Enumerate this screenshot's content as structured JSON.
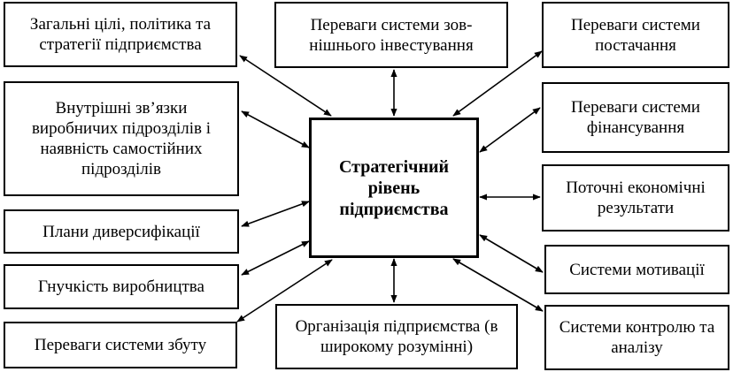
{
  "diagram": {
    "center": {
      "id": "center",
      "text": "Стратегічний рівень підприємства"
    },
    "nodes": [
      {
        "id": "goals",
        "text": "Загальні цілі, політика та стратегії підприємства"
      },
      {
        "id": "internal",
        "text": "Внутрішні зв’язки виробничих підрозділів і наявність самостійних підрозділів"
      },
      {
        "id": "diversification",
        "text": "Плани диверсифікації"
      },
      {
        "id": "flexibility",
        "text": "Гнучкість виробництва"
      },
      {
        "id": "sales",
        "text": "Переваги системи збуту"
      },
      {
        "id": "investment",
        "text": "Переваги системи зов-нішнього інвестування"
      },
      {
        "id": "organization",
        "text": "Організація підприємства (в широкому розумінні)"
      },
      {
        "id": "supply",
        "text": "Переваги системи постачання"
      },
      {
        "id": "finance",
        "text": "Переваги системи фінансування"
      },
      {
        "id": "results",
        "text": "Поточні економічні результати"
      },
      {
        "id": "motivation",
        "text": "Системи мотивації"
      },
      {
        "id": "control",
        "text": "Системи контролю та аналізу"
      }
    ],
    "edges": [
      {
        "from": "goals",
        "to": "center",
        "direction": "both"
      },
      {
        "from": "internal",
        "to": "center",
        "direction": "both"
      },
      {
        "from": "diversification",
        "to": "center",
        "direction": "both"
      },
      {
        "from": "flexibility",
        "to": "center",
        "direction": "both"
      },
      {
        "from": "sales",
        "to": "center",
        "direction": "both"
      },
      {
        "from": "investment",
        "to": "center",
        "direction": "both"
      },
      {
        "from": "organization",
        "to": "center",
        "direction": "both"
      },
      {
        "from": "supply",
        "to": "center",
        "direction": "both"
      },
      {
        "from": "finance",
        "to": "center",
        "direction": "both"
      },
      {
        "from": "results",
        "to": "center",
        "direction": "both"
      },
      {
        "from": "motivation",
        "to": "center",
        "direction": "both"
      },
      {
        "from": "control",
        "to": "center",
        "direction": "both"
      }
    ]
  }
}
